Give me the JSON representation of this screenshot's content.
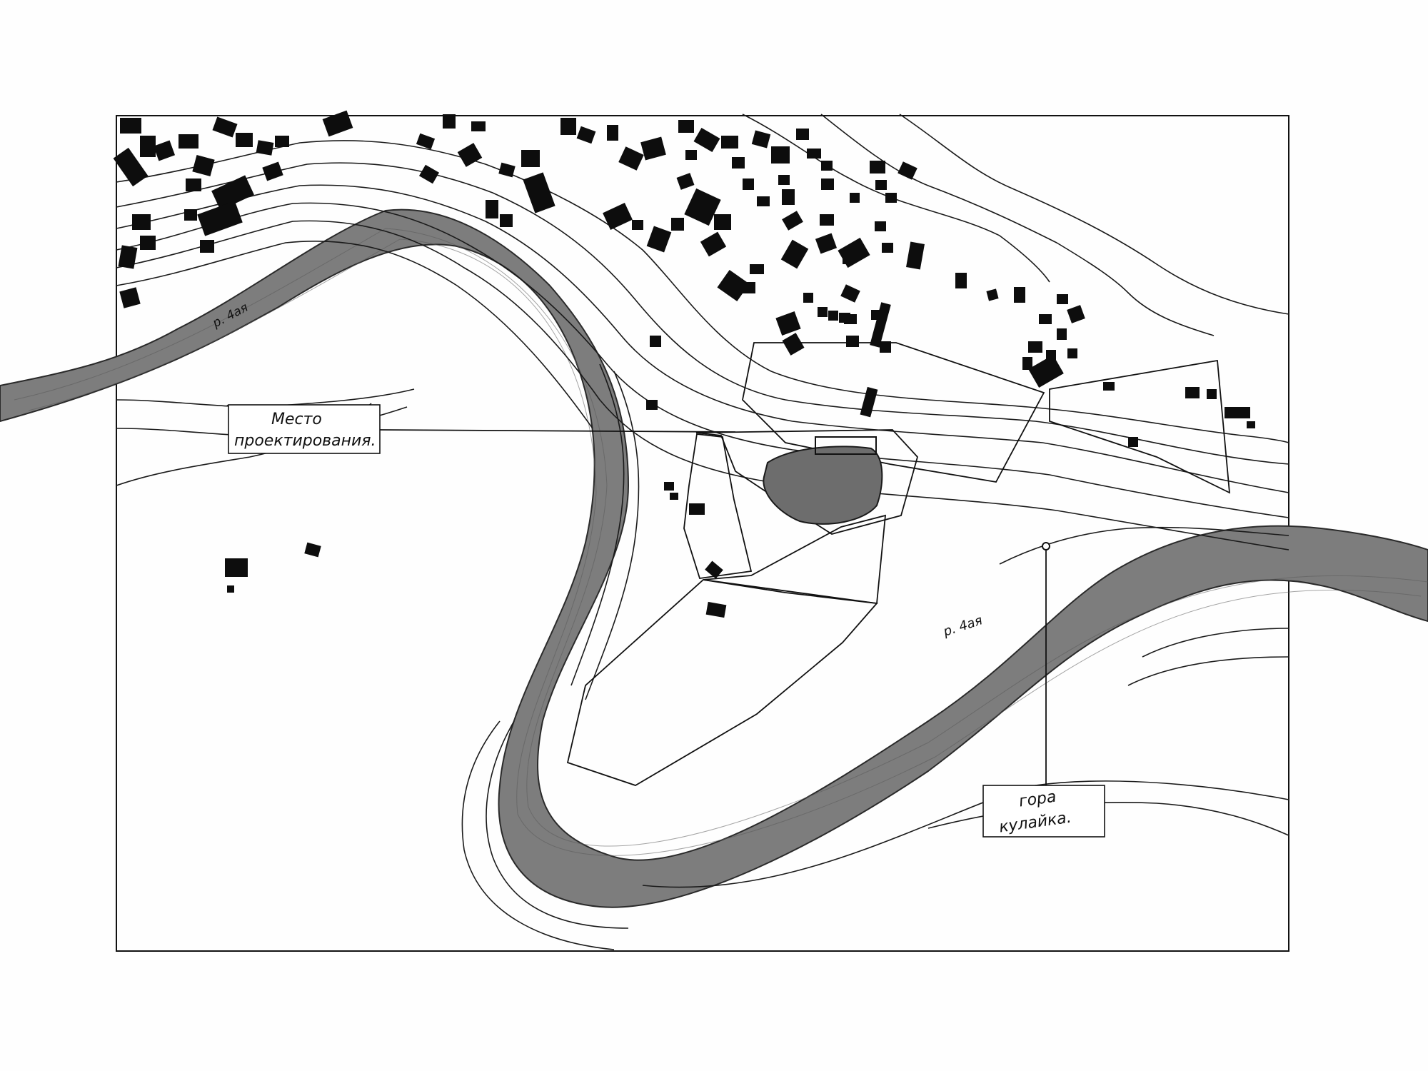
{
  "labels": {
    "site_line1": "Место",
    "site_line2": "проектирования.",
    "mountain_line1": "гора",
    "mountain_line2": "кулайка.",
    "river_upper": "р. 4ая",
    "river_lower": "р. 4ая"
  },
  "colors": {
    "river_fill": "#7d7d7d",
    "building_fill": "#0d0d0d",
    "ink": "#111111",
    "paper": "#fefefe"
  },
  "icons": {
    "mountain_marker": "circle-marker-icon"
  }
}
